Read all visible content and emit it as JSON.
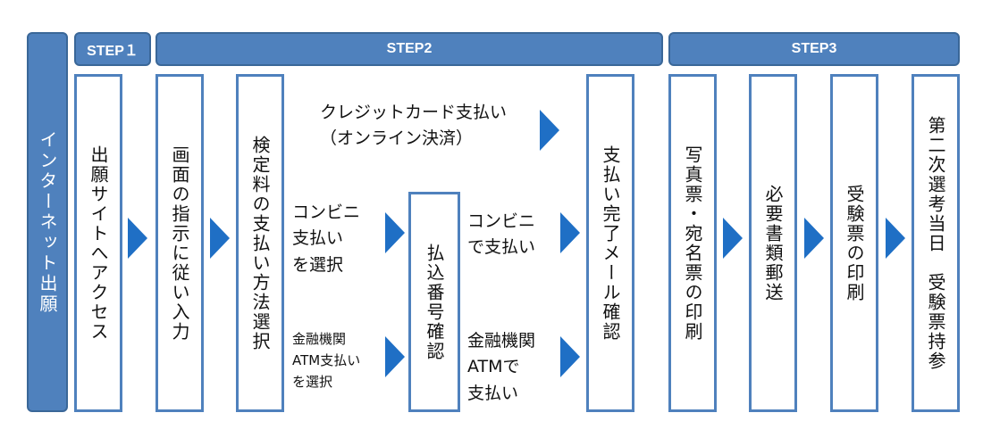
{
  "side_label": "インターネット出願",
  "steps": [
    {
      "label": "STEP１"
    },
    {
      "label": "STEP2"
    },
    {
      "label": "STEP3"
    }
  ],
  "boxes": {
    "apply_site": "出願サイトへアクセス",
    "screen_input": "画面の指示に従い入力",
    "payment_method": "検定料の支払い方法選択",
    "payment_number": "払込番号確認",
    "payment_complete": "支払い完了メール確認",
    "print_photo": "写真票・宛名票の印刷",
    "mail_documents": "必要書類郵送",
    "print_admission": "受験票の印刷",
    "exam_day": "第二次選考当日　受験票持参"
  },
  "labels": {
    "credit_card": "クレジットカード支払い\n（オンライン決済）",
    "convenience_select": "コンビニ\n支払い\nを選択",
    "bank_select": "金融機関\nATM支払い\nを選択",
    "convenience_pay": "コンビニ\nで支払い",
    "bank_pay": "金融機関\nATMで\n支払い"
  },
  "colors": {
    "accent": "#4f81bd",
    "arrow": "#1f6fc5"
  }
}
